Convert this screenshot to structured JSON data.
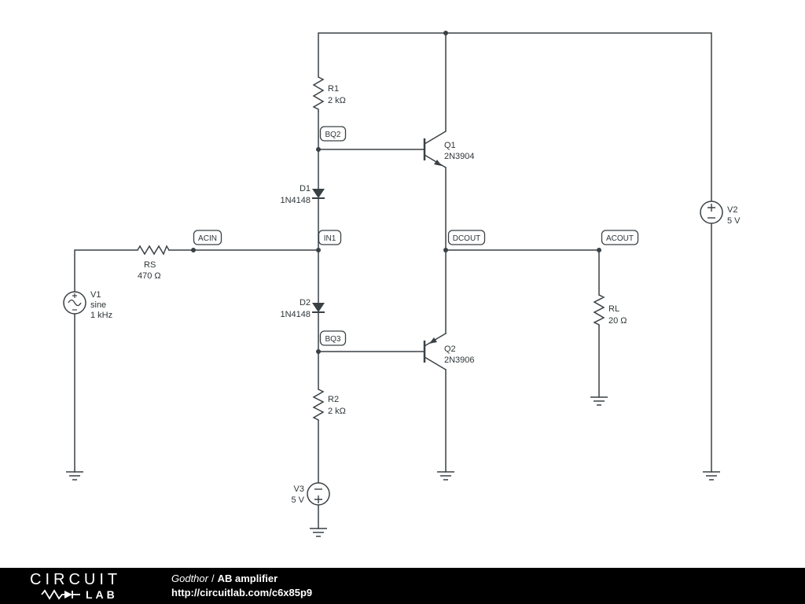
{
  "colors": {
    "wire": "#3a4145",
    "text": "#2e3538",
    "background": "#ffffff",
    "footer_bg": "#000000",
    "footer_text": "#ffffff"
  },
  "components": {
    "r1": {
      "name": "R1",
      "value": "2 kΩ"
    },
    "rs": {
      "name": "RS",
      "value": "470 Ω"
    },
    "r2": {
      "name": "R2",
      "value": "2 kΩ"
    },
    "rl": {
      "name": "RL",
      "value": "20 Ω"
    },
    "d1": {
      "name": "D1",
      "part": "1N4148"
    },
    "d2": {
      "name": "D2",
      "part": "1N4148"
    },
    "q1": {
      "name": "Q1",
      "part": "2N3904"
    },
    "q2": {
      "name": "Q2",
      "part": "2N3906"
    },
    "v1": {
      "name": "V1",
      "waveform": "sine",
      "frequency": "1 kHz"
    },
    "v2": {
      "name": "V2",
      "value": "5 V"
    },
    "v3": {
      "name": "V3",
      "value": "5 V"
    }
  },
  "nodes": {
    "acin": "ACIN",
    "in1": "IN1",
    "bq2": "BQ2",
    "bq3": "BQ3",
    "dcout": "DCOUT",
    "acout": "ACOUT"
  },
  "footer": {
    "logo_top": "CIRCUIT",
    "logo_bottom": "LAB",
    "author": "Godthor",
    "separator": "/",
    "title": "AB amplifier",
    "url": "http://circuitlab.com/c6x85p9"
  }
}
